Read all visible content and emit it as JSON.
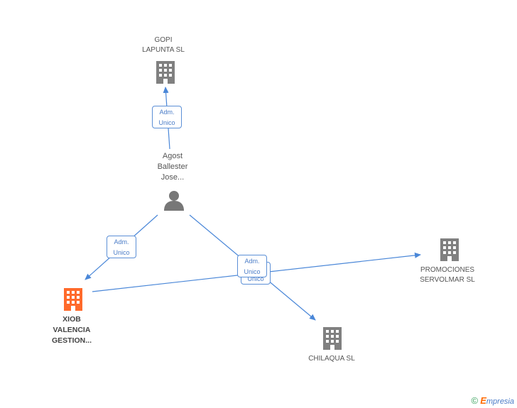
{
  "nodes": {
    "gopi": {
      "label": "GOPI\nLAPUNTA SL",
      "color": "#808080"
    },
    "person": {
      "label": "Agost\nBallester\nJose...",
      "color": "#777777"
    },
    "xiob": {
      "label": "XIOB\nVALENCIA\nGESTION...",
      "color": "#ff6a2b"
    },
    "promociones": {
      "label": "PROMOCIONES\nSERVOLMAR SL",
      "color": "#808080"
    },
    "chilaqua": {
      "label": "CHILAQUA SL",
      "color": "#808080"
    }
  },
  "edges": {
    "person_gopi": {
      "label": "Adm.\nUnico"
    },
    "person_xiob": {
      "label": "Adm.\nUnico"
    },
    "person_chilaqua": {
      "label": "Adm.\nUnico"
    },
    "xiob_promociones": {
      "label": "Adm.\nUnico"
    }
  },
  "colors": {
    "edge": "#4a87d8"
  },
  "brand": {
    "symbol": "©",
    "initial": "E",
    "name": "mpresia"
  }
}
